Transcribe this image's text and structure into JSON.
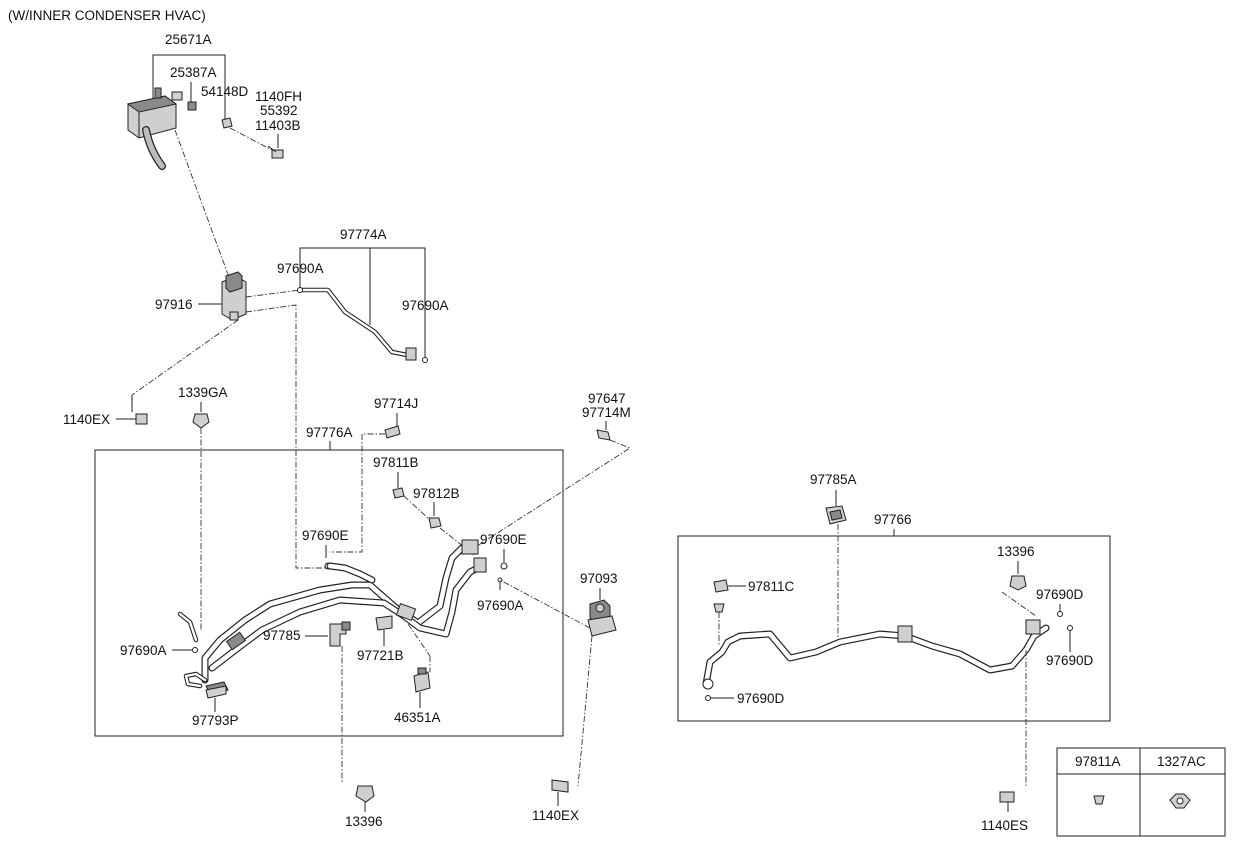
{
  "header": {
    "title": "(W/INNER CONDENSER HVAC)"
  },
  "labels": {
    "p25671A": "25671A",
    "p25387A": "25387A",
    "p54148D": "54148D",
    "p1140FH": "1140FH",
    "p55392": "55392",
    "p11403B": "11403B",
    "p97774A": "97774A",
    "p97690A_top": "97690A",
    "p97690A_right": "97690A",
    "p97916": "97916",
    "p1140EX_left": "1140EX",
    "p1339GA": "1339GA",
    "p97714J": "97714J",
    "p97776A": "97776A",
    "p97647": "97647",
    "p97714M": "97714M",
    "p97811B": "97811B",
    "p97812B": "97812B",
    "p97690E_left": "97690E",
    "p97690E_right": "97690E",
    "p97690A_mid": "97690A",
    "p97093": "97093",
    "p97690A_left": "97690A",
    "p97785": "97785",
    "p97721B": "97721B",
    "p46351A": "46351A",
    "p97793P": "97793P",
    "p13396_bottom": "13396",
    "p1140EX_bottom": "1140EX",
    "p97785A": "97785A",
    "p97766": "97766",
    "p13396_right": "13396",
    "p97811C": "97811C",
    "p97690D_top": "97690D",
    "p97690D_right": "97690D",
    "p97690D_left": "97690D",
    "p1140ES": "1140ES"
  },
  "legend": {
    "col1": "97811A",
    "col2": "1327AC"
  }
}
